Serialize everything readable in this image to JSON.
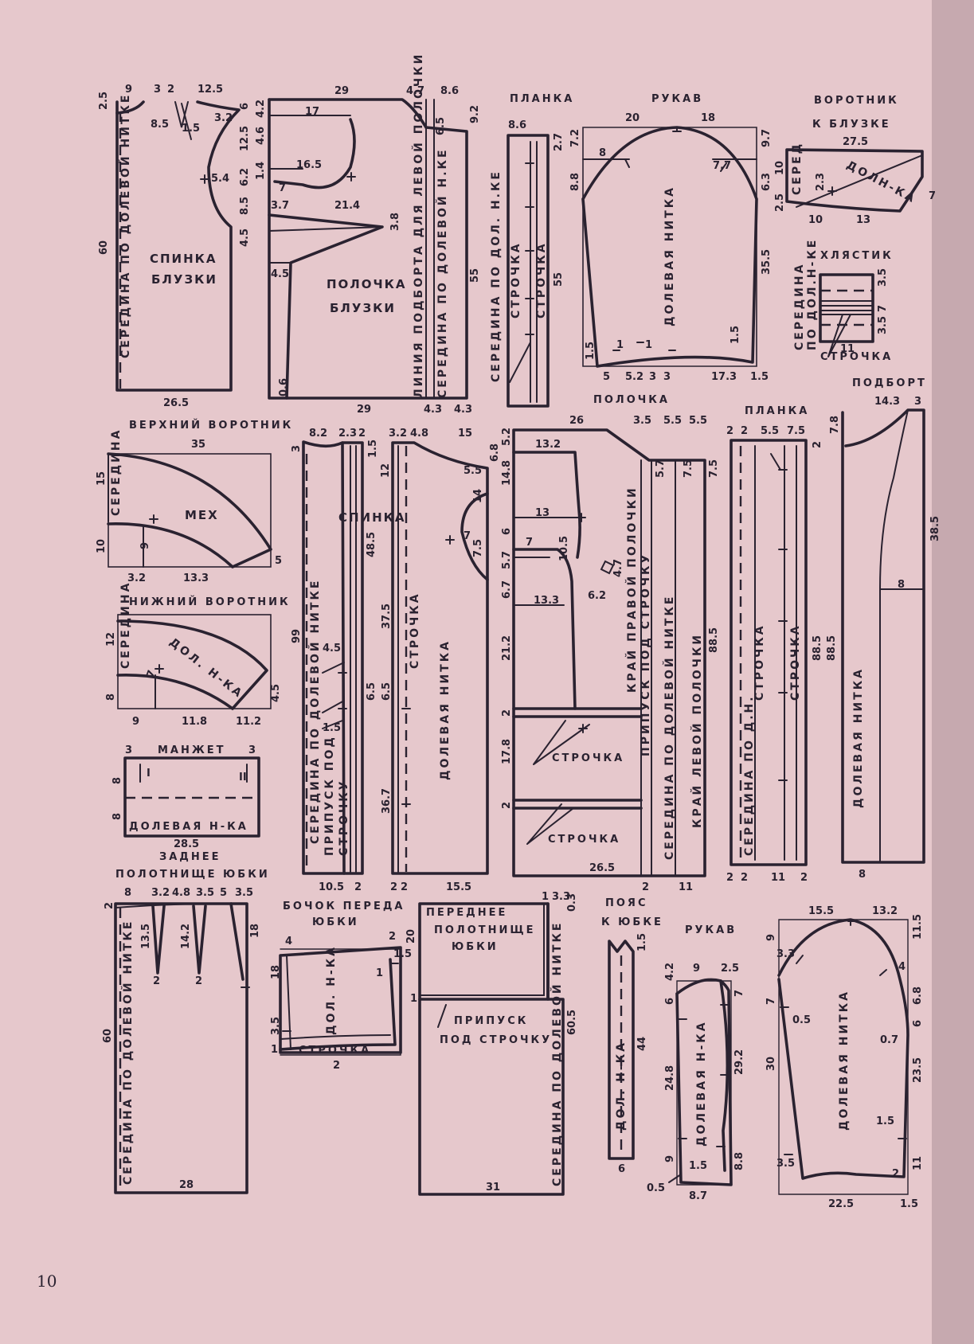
{
  "page_number": "10",
  "colors": {
    "paper": "#e6c8cc",
    "ink": "#2a2230"
  },
  "pieces": {
    "back_blouse": {
      "name_1": "СПИНКА",
      "name_2": "БЛУЗКИ",
      "grain": "СЕРЕДИНА ПО ДОЛЕВОЙ НИТКЕ",
      "dims": [
        "9",
        "3",
        "2",
        "12.5",
        "2.5",
        "8.5",
        "1.5",
        "3.2",
        "5.4",
        "60",
        "26.5"
      ]
    },
    "front_blouse": {
      "name_1": "ПОЛОЧКА",
      "name_2": "БЛУЗКИ",
      "facing_line": "ЛИНИЯ ПОДБОРТА ДЛЯ ЛЕВОЙ ПОЛОЧКИ",
      "grain": "СЕРЕДИНА ПО ДОЛЕВОЙ Н.КЕ",
      "dims": [
        "29",
        "4.7",
        "8.6",
        "4.2",
        "6",
        "17",
        "12.5",
        "4.6",
        "16.5",
        "6.2",
        "1.4",
        "7",
        "3.7",
        "21.4",
        "3.8",
        "8.5",
        "4.5",
        "4.5",
        "6.5",
        "9.2",
        "55",
        "0.6",
        "29",
        "4.3",
        "4.3"
      ]
    },
    "placket_top": {
      "title": "ПЛАНКА",
      "grain": "СЕРЕДИНА ПО ДОЛ. Н.КЕ",
      "stitch_1": "СТРОЧКА",
      "stitch_2": "СТРОЧКА",
      "dims": [
        "8.6",
        "2.7",
        "55"
      ]
    },
    "sleeve_top": {
      "title": "РУКАВ",
      "grain": "ДОЛЕВАЯ НИТКА",
      "dims": [
        "20",
        "18",
        "7.2",
        "9.7",
        "8",
        "7.7",
        "8.8",
        "6.3",
        "35.5",
        "1.5",
        "1.5",
        "5",
        "5.2",
        "3",
        "3",
        "17.3",
        "1.5",
        "1",
        "1"
      ]
    },
    "collar_blouse": {
      "title_1": "ВОРОТНИК",
      "title_2": "К БЛУЗКЕ",
      "centre": "СЕРЕД",
      "grain": "ДОЛН-КА",
      "dims": [
        "27.5",
        "10",
        "2.3",
        "2.5",
        "10",
        "13",
        "7"
      ]
    },
    "belt_tab": {
      "title": "ХЛЯСТИК",
      "grain_1": "СЕРЕДИНА",
      "grain_2": "ПО ДОЛ.Н-КЕ",
      "stitch": "СТРОЧКА",
      "dims": [
        "3.5",
        "7",
        "3.5",
        "11"
      ]
    },
    "upper_collar": {
      "title": "ВЕРХНИЙ ВОРОТНИК",
      "label": "МЕХ",
      "centre": "СЕРЕДИНА",
      "dims": [
        "35",
        "15",
        "9",
        "10",
        "3.2",
        "13.3",
        "5"
      ]
    },
    "lower_collar": {
      "title": "НИЖНИЙ ВОРОТНИК",
      "centre": "СЕРЕДИНА",
      "grain": "ДОЛ. Н-КА",
      "dims": [
        "12",
        "7",
        "8",
        "9",
        "11.8",
        "11.2",
        "4.5"
      ]
    },
    "cuff": {
      "title": "МАНЖЕТ",
      "grain": "ДОЛЕВАЯ Н-КА",
      "marks": [
        "I",
        "II"
      ],
      "dims": [
        "3",
        "3",
        "8",
        "8",
        "28.5"
      ]
    },
    "back_jacket": {
      "title": "СПИНКА",
      "grain_1": "СЕРЕДИНА ПО ДОЛЕВОЙ НИТКЕ",
      "grain_2": "ПРИПУСК ПОД",
      "grain_3": "СТРОЧКУ",
      "grain_4": "СТРОЧКА",
      "grain_5": "ДОЛЕВАЯ НИТКА",
      "dims": [
        "8.2",
        "2.3",
        "2",
        "3",
        "1.5",
        "3.2",
        "4.8",
        "15",
        "12",
        "5.5",
        "6.8",
        "14",
        "7",
        "7.5",
        "48.5",
        "37.5",
        "99",
        "4.5",
        "6.5",
        "6.5",
        "1.5",
        "36.7",
        "10.5",
        "2",
        "2",
        "2",
        "15.5"
      ]
    },
    "front_jacket": {
      "title": "ПОЛОЧКА",
      "edge_right": "КРАЙ ПРАВОЙ ПОЛОЧКИ",
      "seam_allow": "ПРИПУСК ПОД СТРОЧКУ",
      "grain": "СЕРЕДИНА ПО ДОЛЕВОЙ НИТКЕ",
      "edge_left": "КРАЙ ЛЕВОЙ ПОЛОЧКИ",
      "stitch_1": "СТРОЧКА",
      "stitch_2": "СТРОЧКА",
      "dims": [
        "26",
        "3.5",
        "5.5",
        "5.5",
        "5.2",
        "13.2",
        "5.7",
        "7.5",
        "7.5",
        "14.8",
        "13",
        "10.5",
        "7",
        "6",
        "5.7",
        "4.7",
        "6.2",
        "6.7",
        "13.3",
        "21.2",
        "2",
        "17.8",
        "2",
        "88.5",
        "26.5",
        "2",
        "11"
      ]
    },
    "placket_mid": {
      "title": "ПЛАНКА",
      "grain": "СЕРЕДИНА ПО Д.Н.",
      "stitch_1": "СТРОЧКА",
      "stitch_2": "СТРОЧКА",
      "dims": [
        "2",
        "2",
        "5.5",
        "7.5",
        "2",
        "88.5",
        "88.5",
        "2",
        "2",
        "11",
        "2"
      ]
    },
    "facing": {
      "title": "ПОДБОРТ",
      "grain": "ДОЛЕВАЯ НИТКА",
      "dims": [
        "14.3",
        "3",
        "7.8",
        "38.5",
        "8",
        "8"
      ]
    },
    "back_skirt": {
      "title_1": "ЗАДНЕЕ",
      "title_2": "ПОЛОТНИЩЕ ЮБКИ",
      "grain": "СЕРЕДИНА ПО ДОЛЕВОЙ НИТКЕ",
      "dims": [
        "8",
        "3.2",
        "4.8",
        "3.5",
        "5",
        "3.5",
        "2",
        "13.5",
        "14.2",
        "2",
        "2",
        "18",
        "60",
        "28"
      ]
    },
    "skirt_side": {
      "title_1": "БОЧОК ПЕРЕДА",
      "title_2": "ЮБКИ",
      "grain": "ДОЛ. Н-КА",
      "stitch": "СТРОЧКА",
      "dims": [
        "4",
        "2",
        "18",
        "1.5",
        "1",
        "3.5",
        "1",
        "2"
      ]
    },
    "front_skirt": {
      "title_1": "ПЕРЕДНЕЕ",
      "title_2": "ПОЛОТНИЩЕ",
      "title_3": "ЮБКИ",
      "allow_1": "ПРИПУСК",
      "allow_2": "ПОД СТРОЧКУ",
      "grain": "СЕРЕДИНА ПО ДОЛЕВОЙ НИТКЕ",
      "dims": [
        "1",
        "3.3",
        "0.3",
        "20",
        "1",
        "60.5",
        "31"
      ]
    },
    "waistband": {
      "title_1": "ПОЯС",
      "title_2": "К ЮБКЕ",
      "grain": "ДОЛ. Н-КА",
      "dims": [
        "1.5",
        "44",
        "6"
      ]
    },
    "sleeve_mid": {
      "title": "РУКАВ",
      "grain": "ДОЛЕВАЯ Н-КА",
      "dims": [
        "4.2",
        "9",
        "2.5",
        "6",
        "7",
        "24.8",
        "29.2",
        "9",
        "1.5",
        "8.8",
        "0.5",
        "8.7"
      ]
    },
    "sleeve_right": {
      "grain": "ДОЛЕВАЯ НИТКА",
      "dims": [
        "15.5",
        "13.2",
        "9",
        "11.5",
        "3.3",
        "4",
        "7",
        "0.5",
        "6.8",
        "6",
        "0.7",
        "30",
        "23.5",
        "1.5",
        "3.5",
        "2",
        "11",
        "22.5",
        "1.5"
      ]
    }
  }
}
